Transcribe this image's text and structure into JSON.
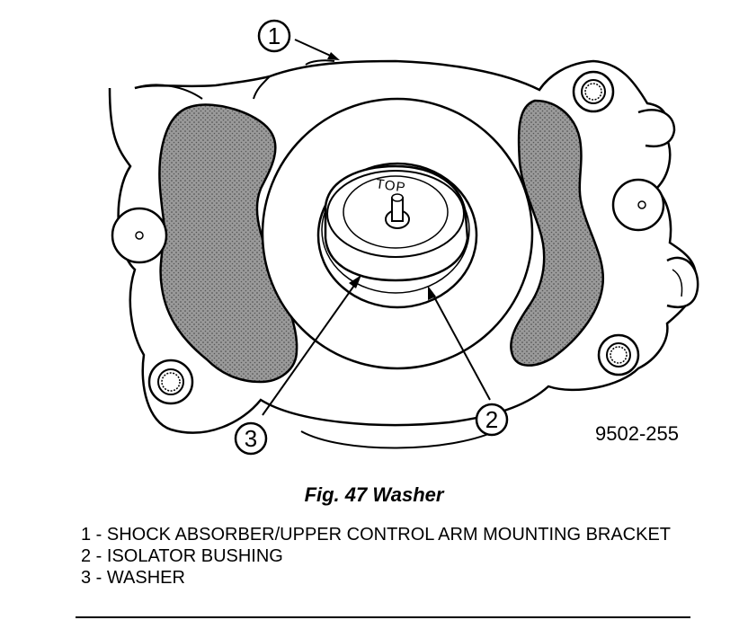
{
  "figure": {
    "callouts": [
      "1",
      "2",
      "3"
    ],
    "figure_number": "9502-255",
    "top_marking": "TOP"
  },
  "caption": "Fig. 47 Washer",
  "legend": [
    "1 - SHOCK ABSORBER/UPPER CONTROL ARM MOUNTING BRACKET",
    "2 - ISOLATOR BUSHING",
    "3 - WASHER"
  ]
}
